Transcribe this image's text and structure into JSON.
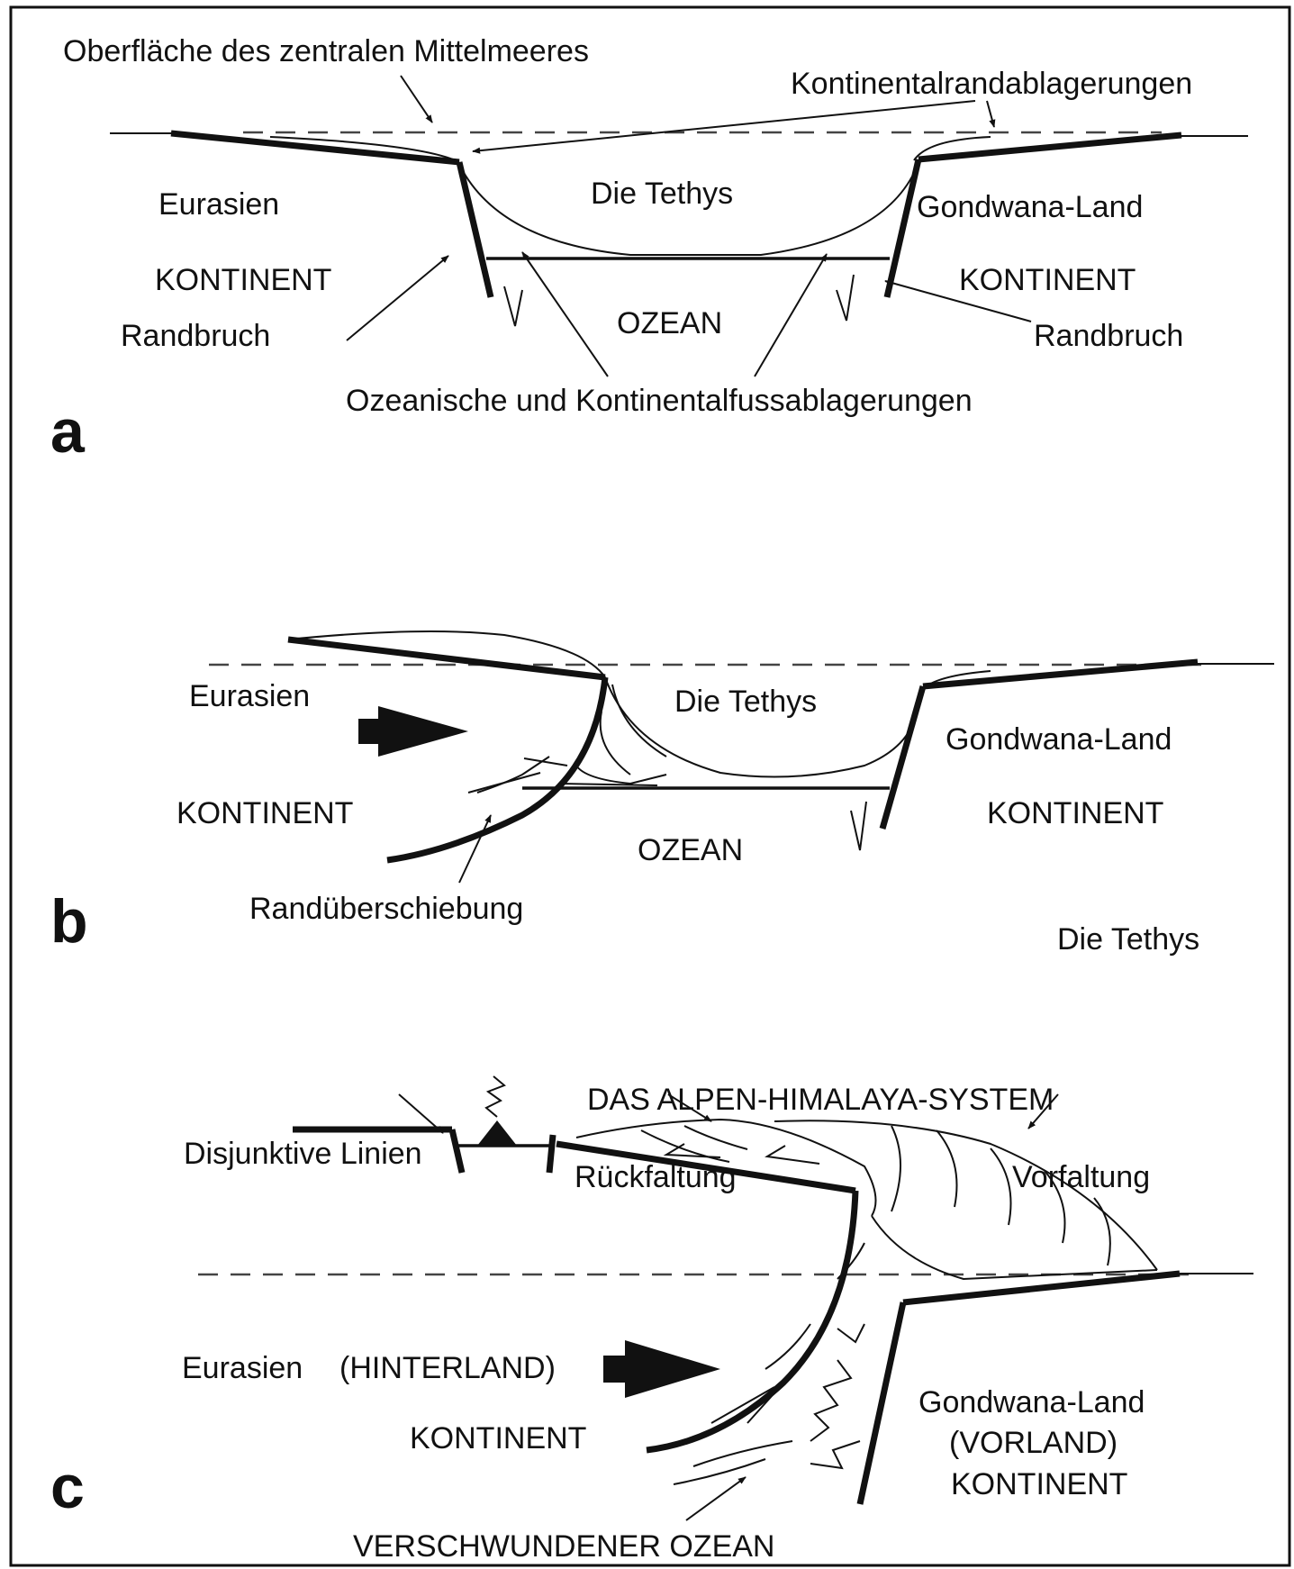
{
  "panel_a": {
    "letter": "a",
    "labels": {
      "sea_surface": "Oberfläche des zentralen Mittelmeeres",
      "margin_deposits": "Kontinentalrandablagerungen",
      "eurasia": "Eurasien",
      "tethys": "Die Tethys",
      "gondwana": "Gondwana-Land",
      "continent_left": "KONTINENT",
      "continent_right": "KONTINENT",
      "ocean": "OZEAN",
      "fault_left": "Randbruch",
      "fault_right": "Randbruch",
      "deep_deposits": "Ozeanische und Kontinentalfussablagerungen"
    }
  },
  "panel_b": {
    "letter": "b",
    "labels": {
      "eurasia": "Eurasien",
      "tethys": "Die Tethys",
      "gondwana": "Gondwana-Land",
      "continent_left": "KONTINENT",
      "continent_right": "KONTINENT",
      "ocean": "OZEAN",
      "thrust": "Randüberschiebung",
      "tethys_extra": "Die Tethys"
    }
  },
  "panel_c": {
    "letter": "c",
    "labels": {
      "system": "DAS ALPEN-HIMALAYA-SYSTEM",
      "disjunctive": "Disjunktive Linien",
      "backfold": "Rückfaltung",
      "forefold": "Vorfaltung",
      "eurasia": "Eurasien",
      "hinterland": "(HINTERLAND)",
      "continent_left": "KONTINENT",
      "gondwana": "Gondwana-Land",
      "vorland": "(VORLAND)",
      "continent_right": "KONTINENT",
      "vanished_ocean": "VERSCHWUNDENER OZEAN"
    }
  }
}
